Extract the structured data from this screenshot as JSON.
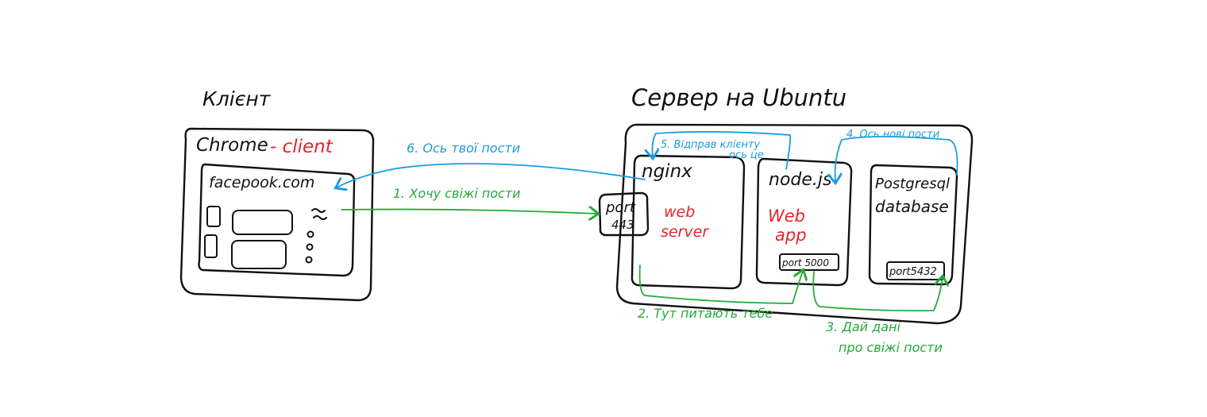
{
  "colors": {
    "ink": "#111111",
    "red": "#e8242a",
    "blue": "#1b9ce0",
    "green": "#22ab38",
    "background": "#ffffff"
  },
  "client": {
    "heading": "Клієнт",
    "browser": "Chrome",
    "browser_role": "- client",
    "site": "facepook.com"
  },
  "server": {
    "heading": "Сервер на Ubuntu",
    "nginx": {
      "name": "nginx",
      "role_line1": "web",
      "role_line2": "server",
      "port_label": "port",
      "port_number": "443"
    },
    "node": {
      "name": "node.js",
      "role_line1": "Web",
      "role_line2": "app",
      "port": "port 5000"
    },
    "postgres": {
      "name_line1": "Postgresql",
      "name_line2": "database",
      "port": "port5432"
    }
  },
  "steps": {
    "step1": "1. Хочу свіжі пости",
    "step2": "2. Тут питають тебе",
    "step3_line1": "3. Дай дані",
    "step3_line2": "про свіжі пости",
    "step4": "4. Ось нові пости",
    "step5_line1": "5. Відправ клієнту",
    "step5_line2": "ось це",
    "step6": "6. Ось твої пости"
  }
}
